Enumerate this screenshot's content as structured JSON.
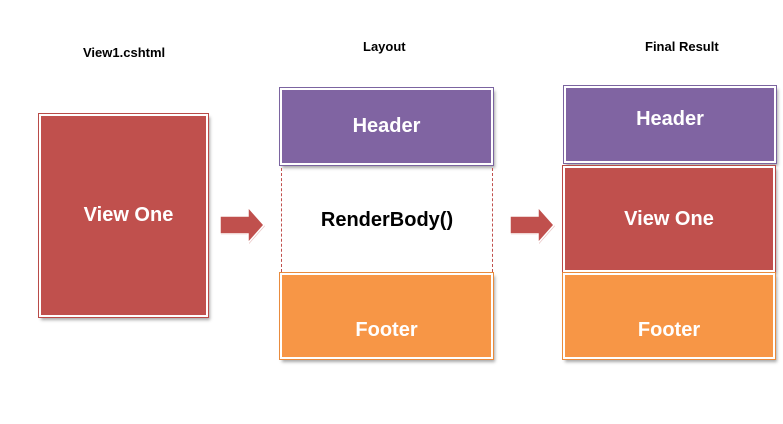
{
  "columns": {
    "view": {
      "title": "View1.cshtml",
      "body_label": "View One"
    },
    "layout": {
      "title": "Layout",
      "header_label": "Header",
      "body_label": "RenderBody()",
      "footer_label": "Footer"
    },
    "result": {
      "title": "Final Result",
      "header_label": "Header",
      "body_label": "View One",
      "footer_label": "Footer"
    }
  },
  "colors": {
    "header": "#8064a2",
    "view": "#c0504d",
    "footer": "#f79646",
    "arrow": "#c0504d"
  },
  "icons": [
    "right-arrow-icon",
    "right-arrow-icon"
  ]
}
